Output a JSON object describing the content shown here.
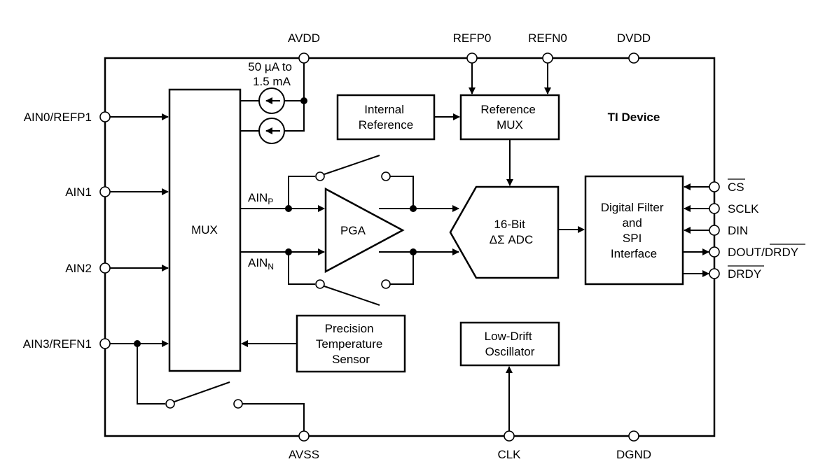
{
  "device_label": "TI Device",
  "pins": {
    "avdd": "AVDD",
    "refp0": "REFP0",
    "refn0": "REFN0",
    "dvdd": "DVDD",
    "ain0": "AIN0/REFP1",
    "ain1": "AIN1",
    "ain2": "AIN2",
    "ain3": "AIN3/REFN1",
    "avss": "AVSS",
    "clk": "CLK",
    "dgnd": "DGND",
    "cs": "CS",
    "sclk": "SCLK",
    "din": "DIN",
    "dout": "DOUT/",
    "dout_drdy": "DRDY",
    "drdy": "DRDY"
  },
  "blocks": {
    "mux": "MUX",
    "internal_reference": [
      "Internal",
      "Reference"
    ],
    "reference_mux": [
      "Reference",
      "MUX"
    ],
    "pga": "PGA",
    "adc": [
      "16-Bit",
      "ΔΣ ADC"
    ],
    "digital_filter": [
      "Digital Filter",
      "and",
      "SPI",
      "Interface"
    ],
    "temp_sensor": [
      "Precision",
      "Temperature",
      "Sensor"
    ],
    "oscillator": [
      "Low-Drift",
      "Oscillator"
    ]
  },
  "current_source_label": [
    "50 µA to",
    "1.5 mA"
  ],
  "signals": {
    "ainp": {
      "main": "AIN",
      "sub": "P"
    },
    "ainn": {
      "main": "AIN",
      "sub": "N"
    }
  }
}
